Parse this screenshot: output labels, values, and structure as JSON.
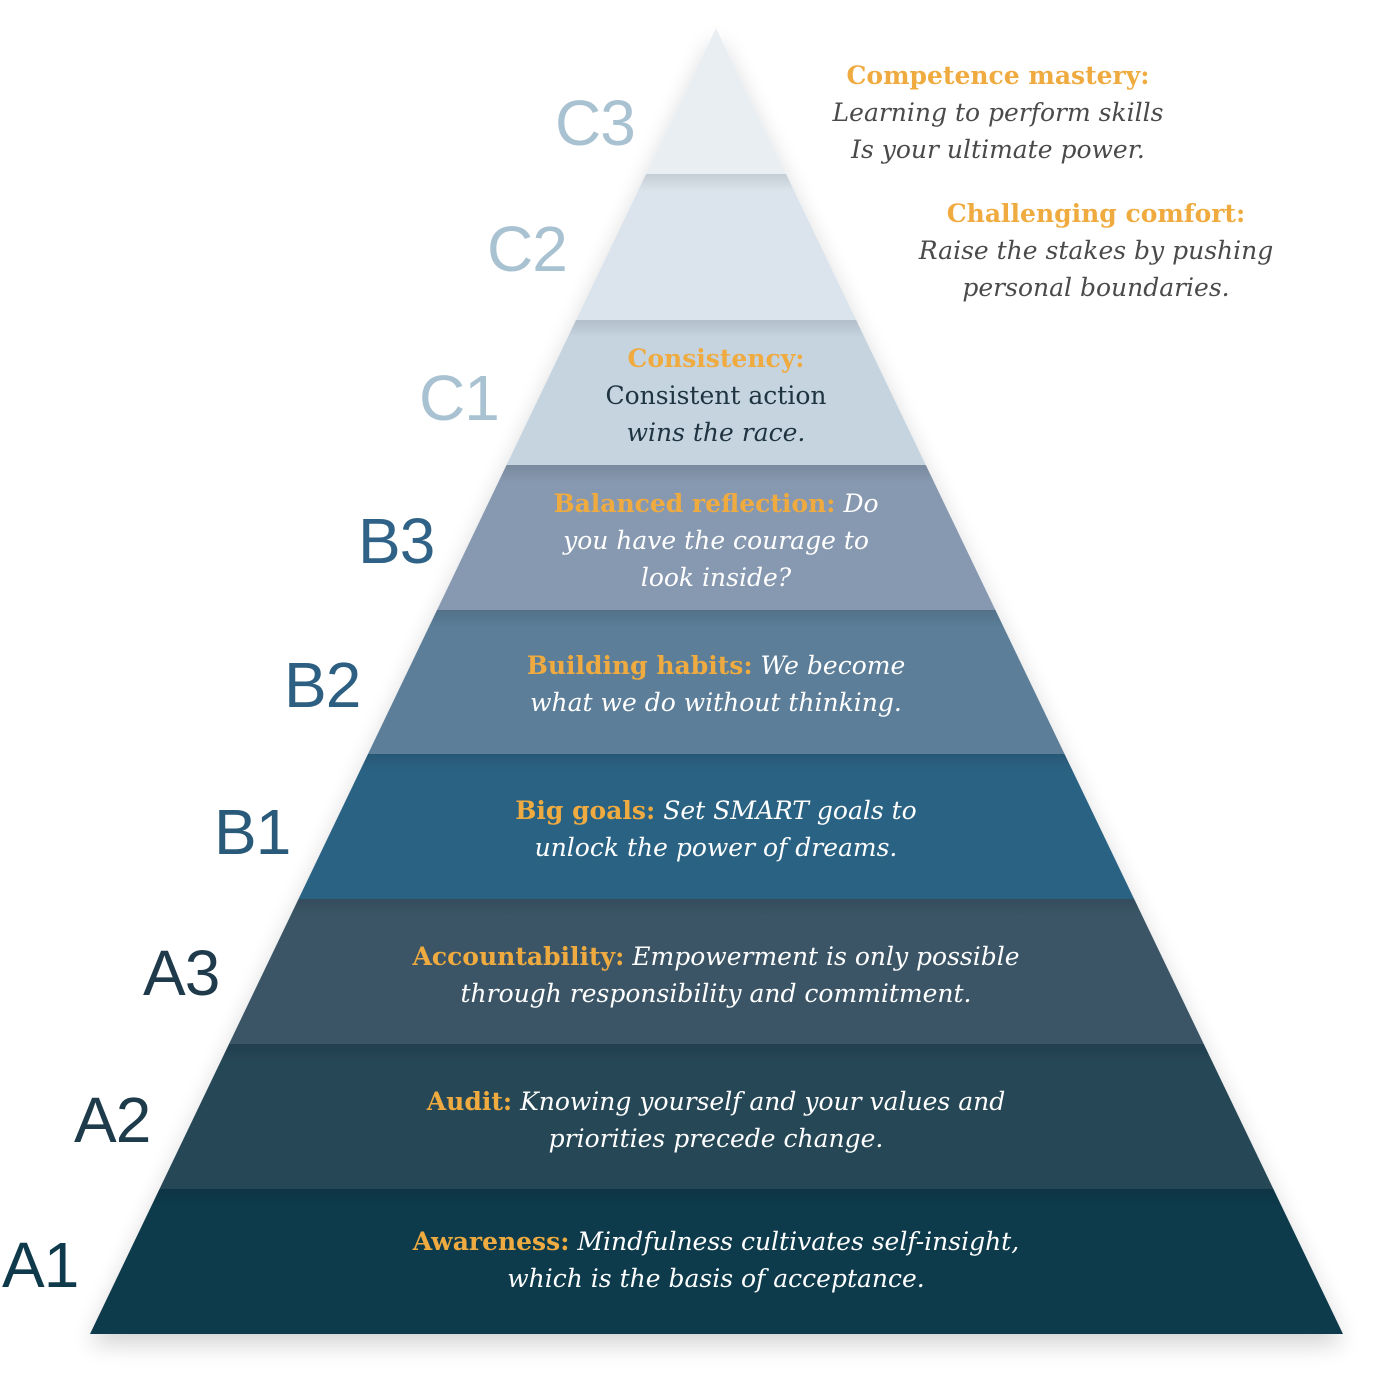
{
  "colors": {
    "accent": "#efab3f",
    "A1": "#0f3a4b",
    "A2": "#264656",
    "A3": "#3a5566",
    "B1": "#2c6283",
    "B2": "#5b7e99",
    "B3": "#8799b0",
    "C1": "#c6d4e0",
    "C2": "#dbe4ec",
    "C3": "#e9eef3"
  },
  "levels": [
    {
      "id": "A1",
      "label": "A1",
      "keyword": "Awareness:",
      "text": "Mindfulness cultivates self-insight,",
      "text2": "which is the basis of acceptance."
    },
    {
      "id": "A2",
      "label": "A2",
      "keyword": "Audit:",
      "text": "Knowing yourself and your values and",
      "text2": "priorities precede change."
    },
    {
      "id": "A3",
      "label": "A3",
      "keyword": "Accountability:",
      "text": "Empowerment is only possible",
      "text2": "through responsibility and commitment."
    },
    {
      "id": "B1",
      "label": "B1",
      "keyword": "Big goals:",
      "text": "Set SMART goals to",
      "text2": "unlock the power of dreams."
    },
    {
      "id": "B2",
      "label": "B2",
      "keyword": "Building habits:",
      "text": "We become",
      "text2": "what we do without thinking."
    },
    {
      "id": "B3",
      "label": "B3",
      "keyword": "Balanced reflection:",
      "text": "Do",
      "text2": "you have the courage to",
      "text3": "look inside?"
    },
    {
      "id": "C1",
      "label": "C1",
      "keyword": "Consistency:",
      "text": "",
      "text2": "Consistent action",
      "text3": "wins the race."
    },
    {
      "id": "C2",
      "label": "C2",
      "keyword": "Challenging comfort:",
      "text": "",
      "text2": "Raise the stakes by pushing",
      "text3": "personal boundaries."
    },
    {
      "id": "C3",
      "label": "C3",
      "keyword": "Competence mastery:",
      "text": "",
      "text2": "Learning to perform skills",
      "text3": "Is your ultimate power."
    }
  ]
}
